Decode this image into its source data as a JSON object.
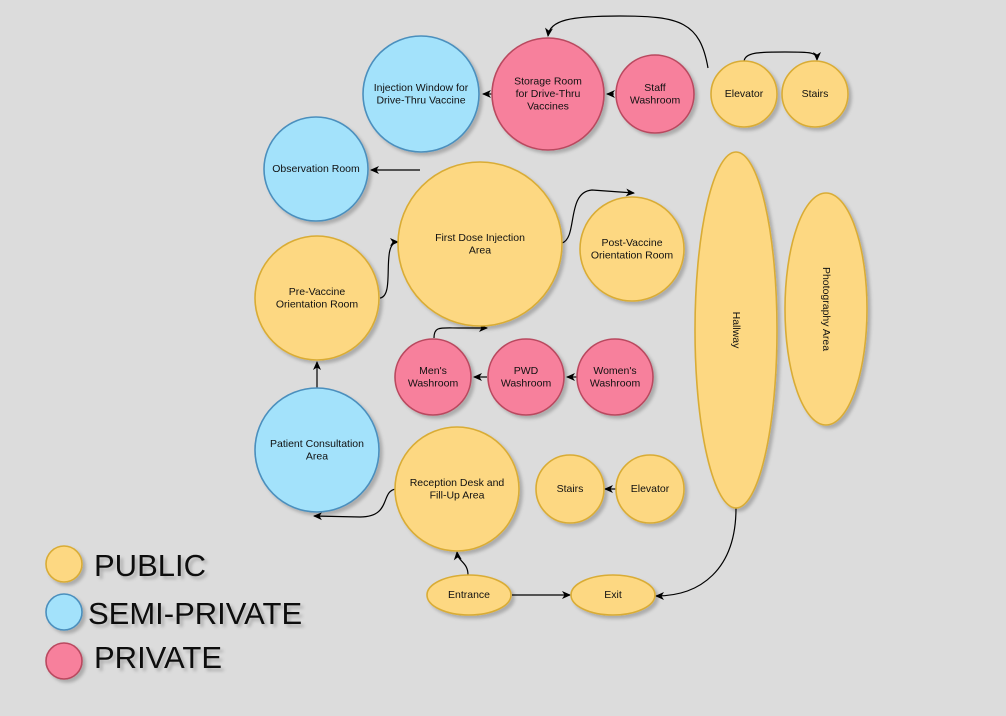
{
  "colors": {
    "public": "#fdd882",
    "public_stroke": "#d9ac36",
    "semi_private": "#a3e2fb",
    "semi_private_stroke": "#4b8fbd",
    "private": "#f7809c",
    "private_stroke": "#b9485f"
  },
  "nodes": {
    "injection_window": {
      "lines": [
        "Injection Window for",
        "Drive-Thru Vaccine"
      ],
      "category": "semi_private"
    },
    "storage_room": {
      "lines": [
        "Storage Room",
        "for Drive-Thru",
        "Vaccines"
      ],
      "category": "private"
    },
    "staff_washroom": {
      "lines": [
        "Staff",
        "Washroom"
      ],
      "category": "private"
    },
    "elevator_top": {
      "lines": [
        "Elevator"
      ],
      "category": "public"
    },
    "stairs_top": {
      "lines": [
        "Stairs"
      ],
      "category": "public"
    },
    "observation_room": {
      "lines": [
        "Observation Room"
      ],
      "category": "semi_private"
    },
    "first_dose": {
      "lines": [
        "First Dose Injection",
        "Area"
      ],
      "category": "public"
    },
    "post_vaccine": {
      "lines": [
        "Post-Vaccine",
        "Orientation Room"
      ],
      "category": "public"
    },
    "pre_vaccine": {
      "lines": [
        "Pre-Vaccine",
        "Orientation Room"
      ],
      "category": "public"
    },
    "mens_washroom": {
      "lines": [
        "Men's",
        "Washroom"
      ],
      "category": "private"
    },
    "pwd_washroom": {
      "lines": [
        "PWD",
        "Washroom"
      ],
      "category": "private"
    },
    "womens_washroom": {
      "lines": [
        "Women's",
        "Washroom"
      ],
      "category": "private"
    },
    "patient_consultation": {
      "lines": [
        "Patient Consultation",
        "Area"
      ],
      "category": "semi_private"
    },
    "reception": {
      "lines": [
        "Reception Desk and",
        "Fill-Up Area"
      ],
      "category": "public"
    },
    "stairs_mid": {
      "lines": [
        "Stairs"
      ],
      "category": "public"
    },
    "elevator_mid": {
      "lines": [
        "Elevator"
      ],
      "category": "public"
    },
    "entrance": {
      "lines": [
        "Entrance"
      ],
      "category": "public"
    },
    "exit": {
      "lines": [
        "Exit"
      ],
      "category": "public"
    },
    "hallway": {
      "lines": [
        "Hallway"
      ],
      "category": "public",
      "vertical": true
    },
    "photography": {
      "lines": [
        "Photography Area"
      ],
      "category": "public",
      "vertical": true
    }
  },
  "edges": [
    {
      "from": "elevator_top",
      "to": "storage_room"
    },
    {
      "from": "elevator_top",
      "to": "stairs_top"
    },
    {
      "from": "staff_washroom",
      "to": "storage_room"
    },
    {
      "from": "storage_room",
      "to": "injection_window"
    },
    {
      "from": "first_dose",
      "to": "observation_room"
    },
    {
      "from": "first_dose",
      "to": "post_vaccine"
    },
    {
      "from": "pre_vaccine",
      "to": "first_dose"
    },
    {
      "from": "patient_consultation",
      "to": "pre_vaccine"
    },
    {
      "from": "womens_washroom",
      "to": "pwd_washroom"
    },
    {
      "from": "pwd_washroom",
      "to": "mens_washroom"
    },
    {
      "from": "mens_washroom",
      "to": "first_dose"
    },
    {
      "from": "reception",
      "to": "patient_consultation"
    },
    {
      "from": "elevator_mid",
      "to": "stairs_mid"
    },
    {
      "from": "entrance",
      "to": "reception"
    },
    {
      "from": "entrance",
      "to": "exit"
    },
    {
      "from": "hallway",
      "to": "exit"
    }
  ],
  "legend": [
    {
      "label": "PUBLIC",
      "category": "public"
    },
    {
      "label": "SEMI-PRIVATE",
      "category": "semi_private"
    },
    {
      "label": "PRIVATE",
      "category": "private"
    }
  ]
}
